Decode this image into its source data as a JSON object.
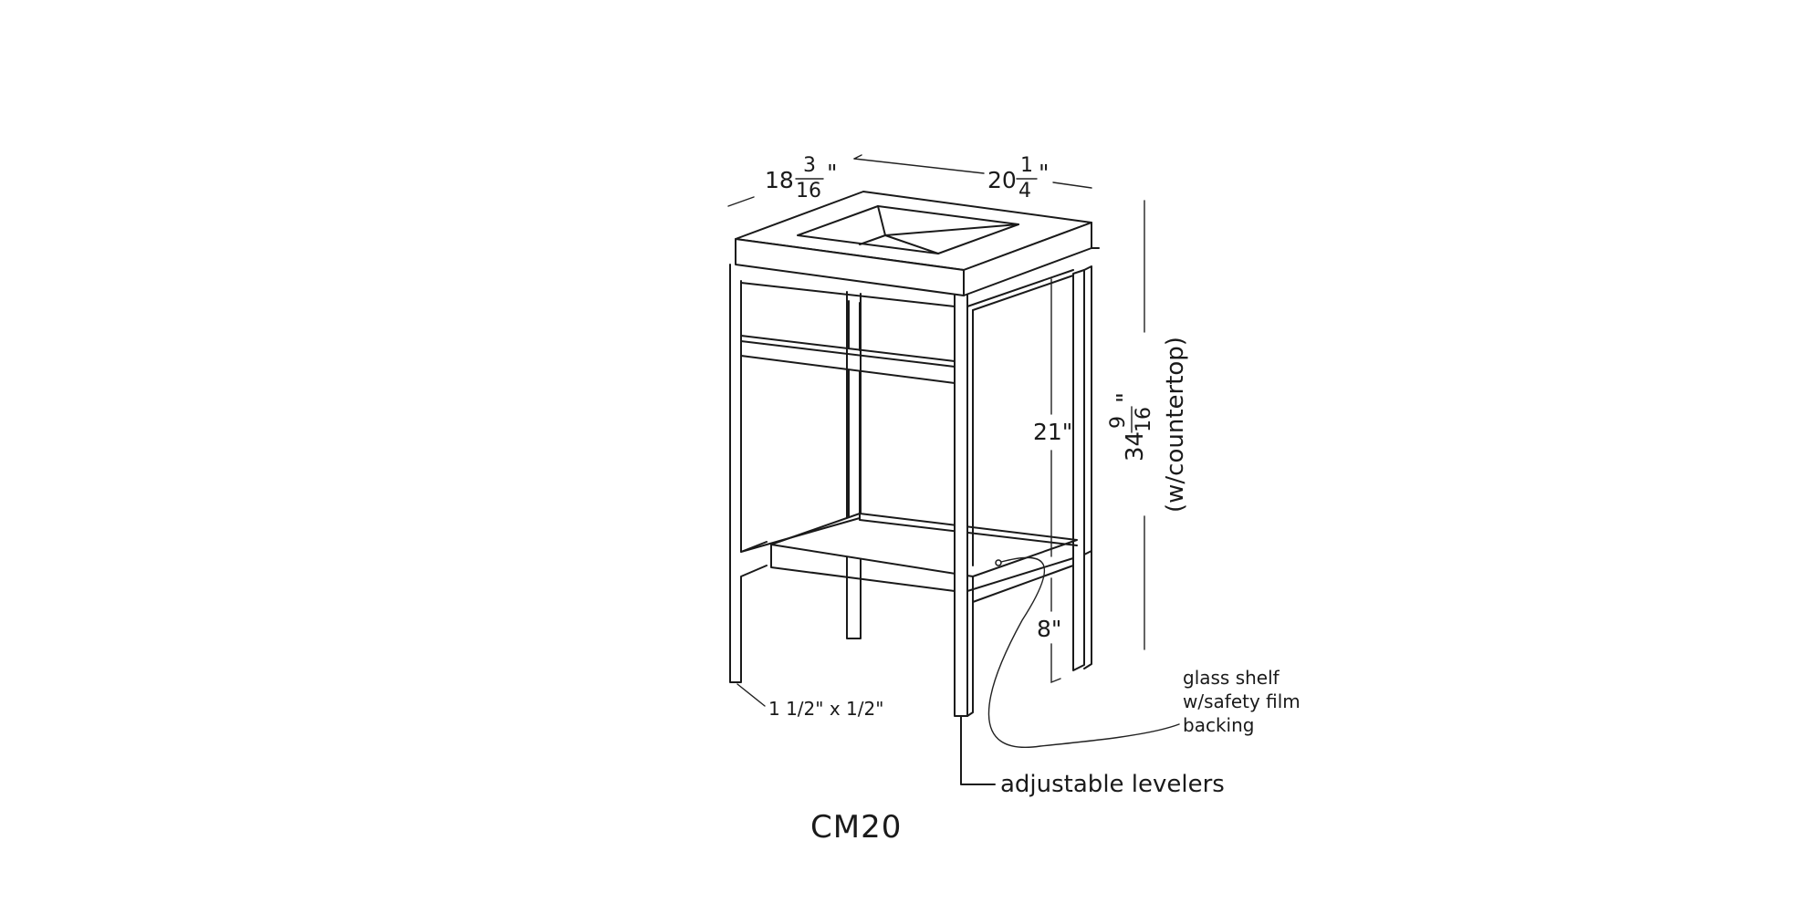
{
  "diagram": {
    "model_name": "CM20",
    "dimensions": {
      "depth": {
        "whole": "18",
        "numerator": "3",
        "denominator": "16",
        "unit": "\""
      },
      "width": {
        "whole": "20",
        "numerator": "1",
        "denominator": "4",
        "unit": "\""
      },
      "height": {
        "whole": "34",
        "numerator": "9",
        "denominator": "16",
        "unit": "\"",
        "qualifier": "(w/countertop)"
      },
      "inner_height": "21\"",
      "shelf_height": "8\"",
      "leg_profile": "1 1/2\" x 1/2\""
    },
    "callouts": {
      "glass_shelf": [
        "glass shelf",
        "w/safety film",
        "backing"
      ],
      "levelers": "adjustable levelers"
    },
    "colors": {
      "line": "#1a1a1a",
      "background": "#ffffff"
    }
  }
}
